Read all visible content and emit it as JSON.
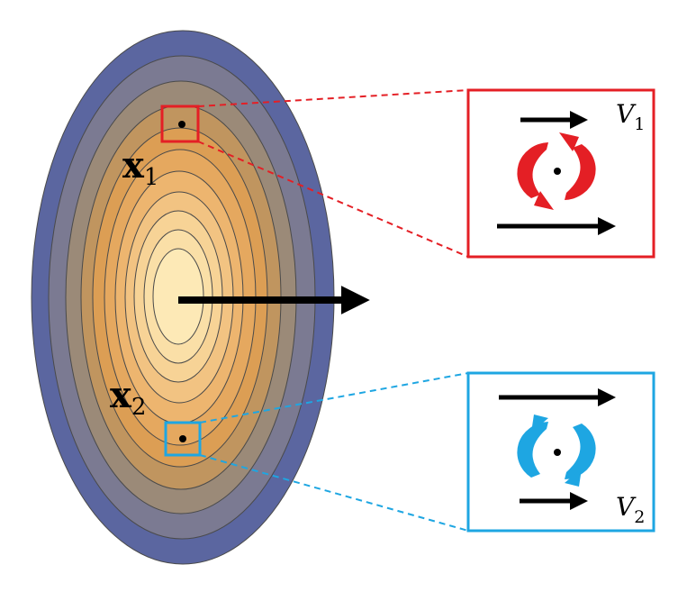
{
  "labels": {
    "point1": {
      "base": "x",
      "sub": "1"
    },
    "point2": {
      "base": "x",
      "sub": "2"
    },
    "velocity1": {
      "base": "V",
      "sub": "1"
    },
    "velocity2": {
      "base": "V",
      "sub": "2"
    }
  },
  "colors": {
    "outer_ring": "#5b66a0",
    "ring2": "#7b7a92",
    "ring3": "#9b8a78",
    "core_light": "#fde9b6",
    "accent_red": "#e41f25",
    "accent_blue": "#1ea6e2",
    "arrow": "#000000"
  },
  "icons": {
    "rotation_top": "rotate-counterclockwise-arrows-red",
    "rotation_bottom": "rotate-clockwise-arrows-blue",
    "flow_arrow": "right-arrow"
  }
}
